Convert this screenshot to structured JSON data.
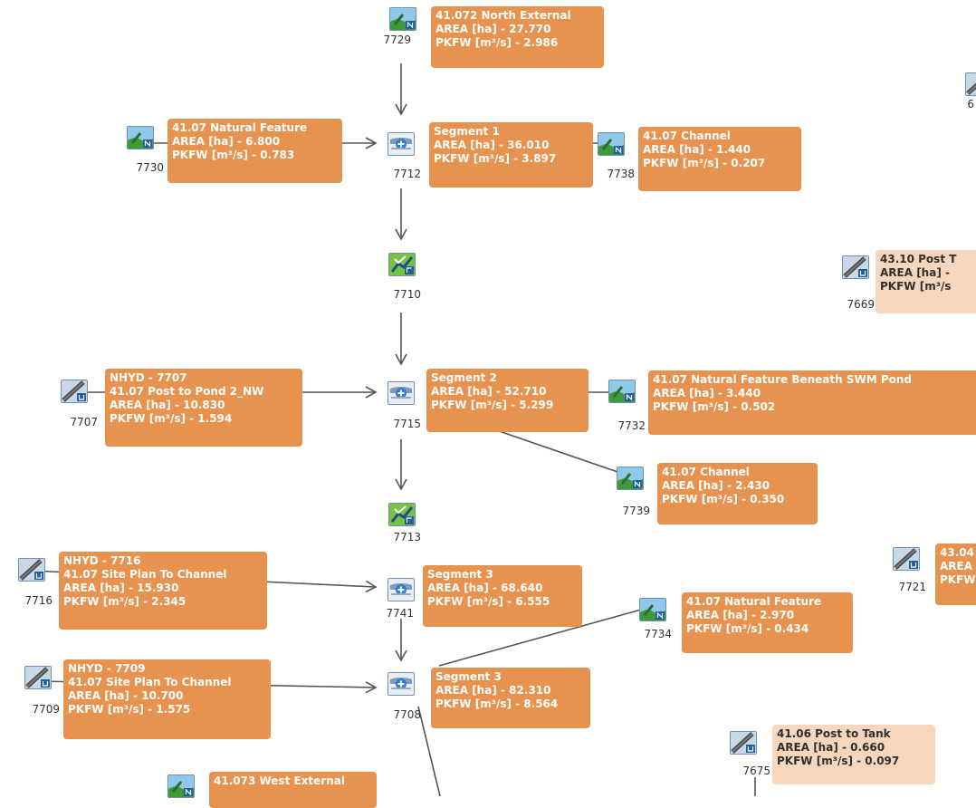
{
  "colors": {
    "label_fill": "#e8924f",
    "label_fill_light": "#f6d6bd",
    "label_text": "#ffffff",
    "link_line": "#555555"
  },
  "nodes": {
    "n7729": {
      "id": "7729",
      "icon": "catchment-n-icon",
      "lines": [
        "41.072 North External",
        "AREA [ha] - 27.770",
        "PKFW [m³/s] - 2.986"
      ]
    },
    "n6": {
      "id": "6",
      "icon": "tunnel-icon",
      "lines": []
    },
    "n7730": {
      "id": "7730",
      "icon": "catchment-n-icon",
      "lines": [
        "41.07 Natural Feature",
        "AREA [ha] - 6.800",
        "PKFW [m³/s] - 0.783"
      ]
    },
    "n7712": {
      "id": "7712",
      "icon": "junction-icon",
      "lines": [
        "Segment 1",
        "AREA [ha] - 36.010",
        "PKFW [m³/s] - 3.897"
      ]
    },
    "n7738": {
      "id": "7738",
      "icon": "catchment-n-icon",
      "lines": [
        "41.07 Channel",
        "AREA [ha] - 1.440",
        "PKFW [m³/s] - 0.207"
      ]
    },
    "n7710": {
      "id": "7710",
      "icon": "route-icon",
      "lines": []
    },
    "n7669": {
      "id": "7669",
      "icon": "tunnel-icon",
      "lines": [
        "43.10 Post T",
        "AREA [ha] -",
        "PKFW [m³/s"
      ]
    },
    "n7707": {
      "id": "7707",
      "icon": "tunnel-icon",
      "lines": [
        "NHYD - 7707",
        "41.07 Post to Pond 2_NW",
        "AREA [ha] - 10.830",
        "PKFW [m³/s] - 1.594"
      ]
    },
    "n7715": {
      "id": "7715",
      "icon": "junction-icon",
      "lines": [
        "Segment 2",
        "AREA [ha] - 52.710",
        "PKFW [m³/s] - 5.299"
      ]
    },
    "n7732": {
      "id": "7732",
      "icon": "catchment-n-icon",
      "lines": [
        "41.07 Natural Feature Beneath SWM Pond",
        "AREA [ha] - 3.440",
        "PKFW [m³/s] - 0.502"
      ]
    },
    "n7739": {
      "id": "7739",
      "icon": "catchment-n-icon",
      "lines": [
        "41.07 Channel",
        "AREA [ha] - 2.430",
        "PKFW [m³/s] - 0.350"
      ]
    },
    "n7713": {
      "id": "7713",
      "icon": "route-icon",
      "lines": []
    },
    "n7716": {
      "id": "7716",
      "icon": "tunnel-icon",
      "lines": [
        "NHYD - 7716",
        "41.07 Site Plan To Channel",
        "AREA [ha] - 15.930",
        "PKFW [m³/s] - 2.345"
      ]
    },
    "n7741": {
      "id": "7741",
      "icon": "junction-icon",
      "lines": [
        "Segment 3",
        "AREA [ha] - 68.640",
        "PKFW [m³/s] - 6.555"
      ]
    },
    "n7721": {
      "id": "7721",
      "icon": "tunnel-icon",
      "lines": [
        "43.04",
        "AREA",
        "PKFW"
      ]
    },
    "n7734": {
      "id": "7734",
      "icon": "catchment-n-icon",
      "lines": [
        "41.07 Natural Feature",
        "AREA [ha] - 2.970",
        "PKFW [m³/s] - 0.434"
      ]
    },
    "n7709": {
      "id": "7709",
      "icon": "tunnel-icon",
      "lines": [
        "NHYD - 7709",
        "41.07 Site Plan To Channel",
        "AREA [ha] - 10.700",
        "PKFW [m³/s] - 1.575"
      ]
    },
    "n7708": {
      "id": "7708",
      "icon": "junction-icon",
      "lines": [
        "Segment 3",
        "AREA [ha] - 82.310",
        "PKFW [m³/s] - 8.564"
      ]
    },
    "n7675": {
      "id": "7675",
      "icon": "tunnel-icon",
      "lines": [
        "41.06 Post to Tank",
        "AREA [ha] - 0.660",
        "PKFW [m³/s] - 0.097"
      ]
    },
    "nwest": {
      "id": "",
      "icon": "catchment-n-icon",
      "lines": [
        "41.073 West External"
      ]
    }
  }
}
